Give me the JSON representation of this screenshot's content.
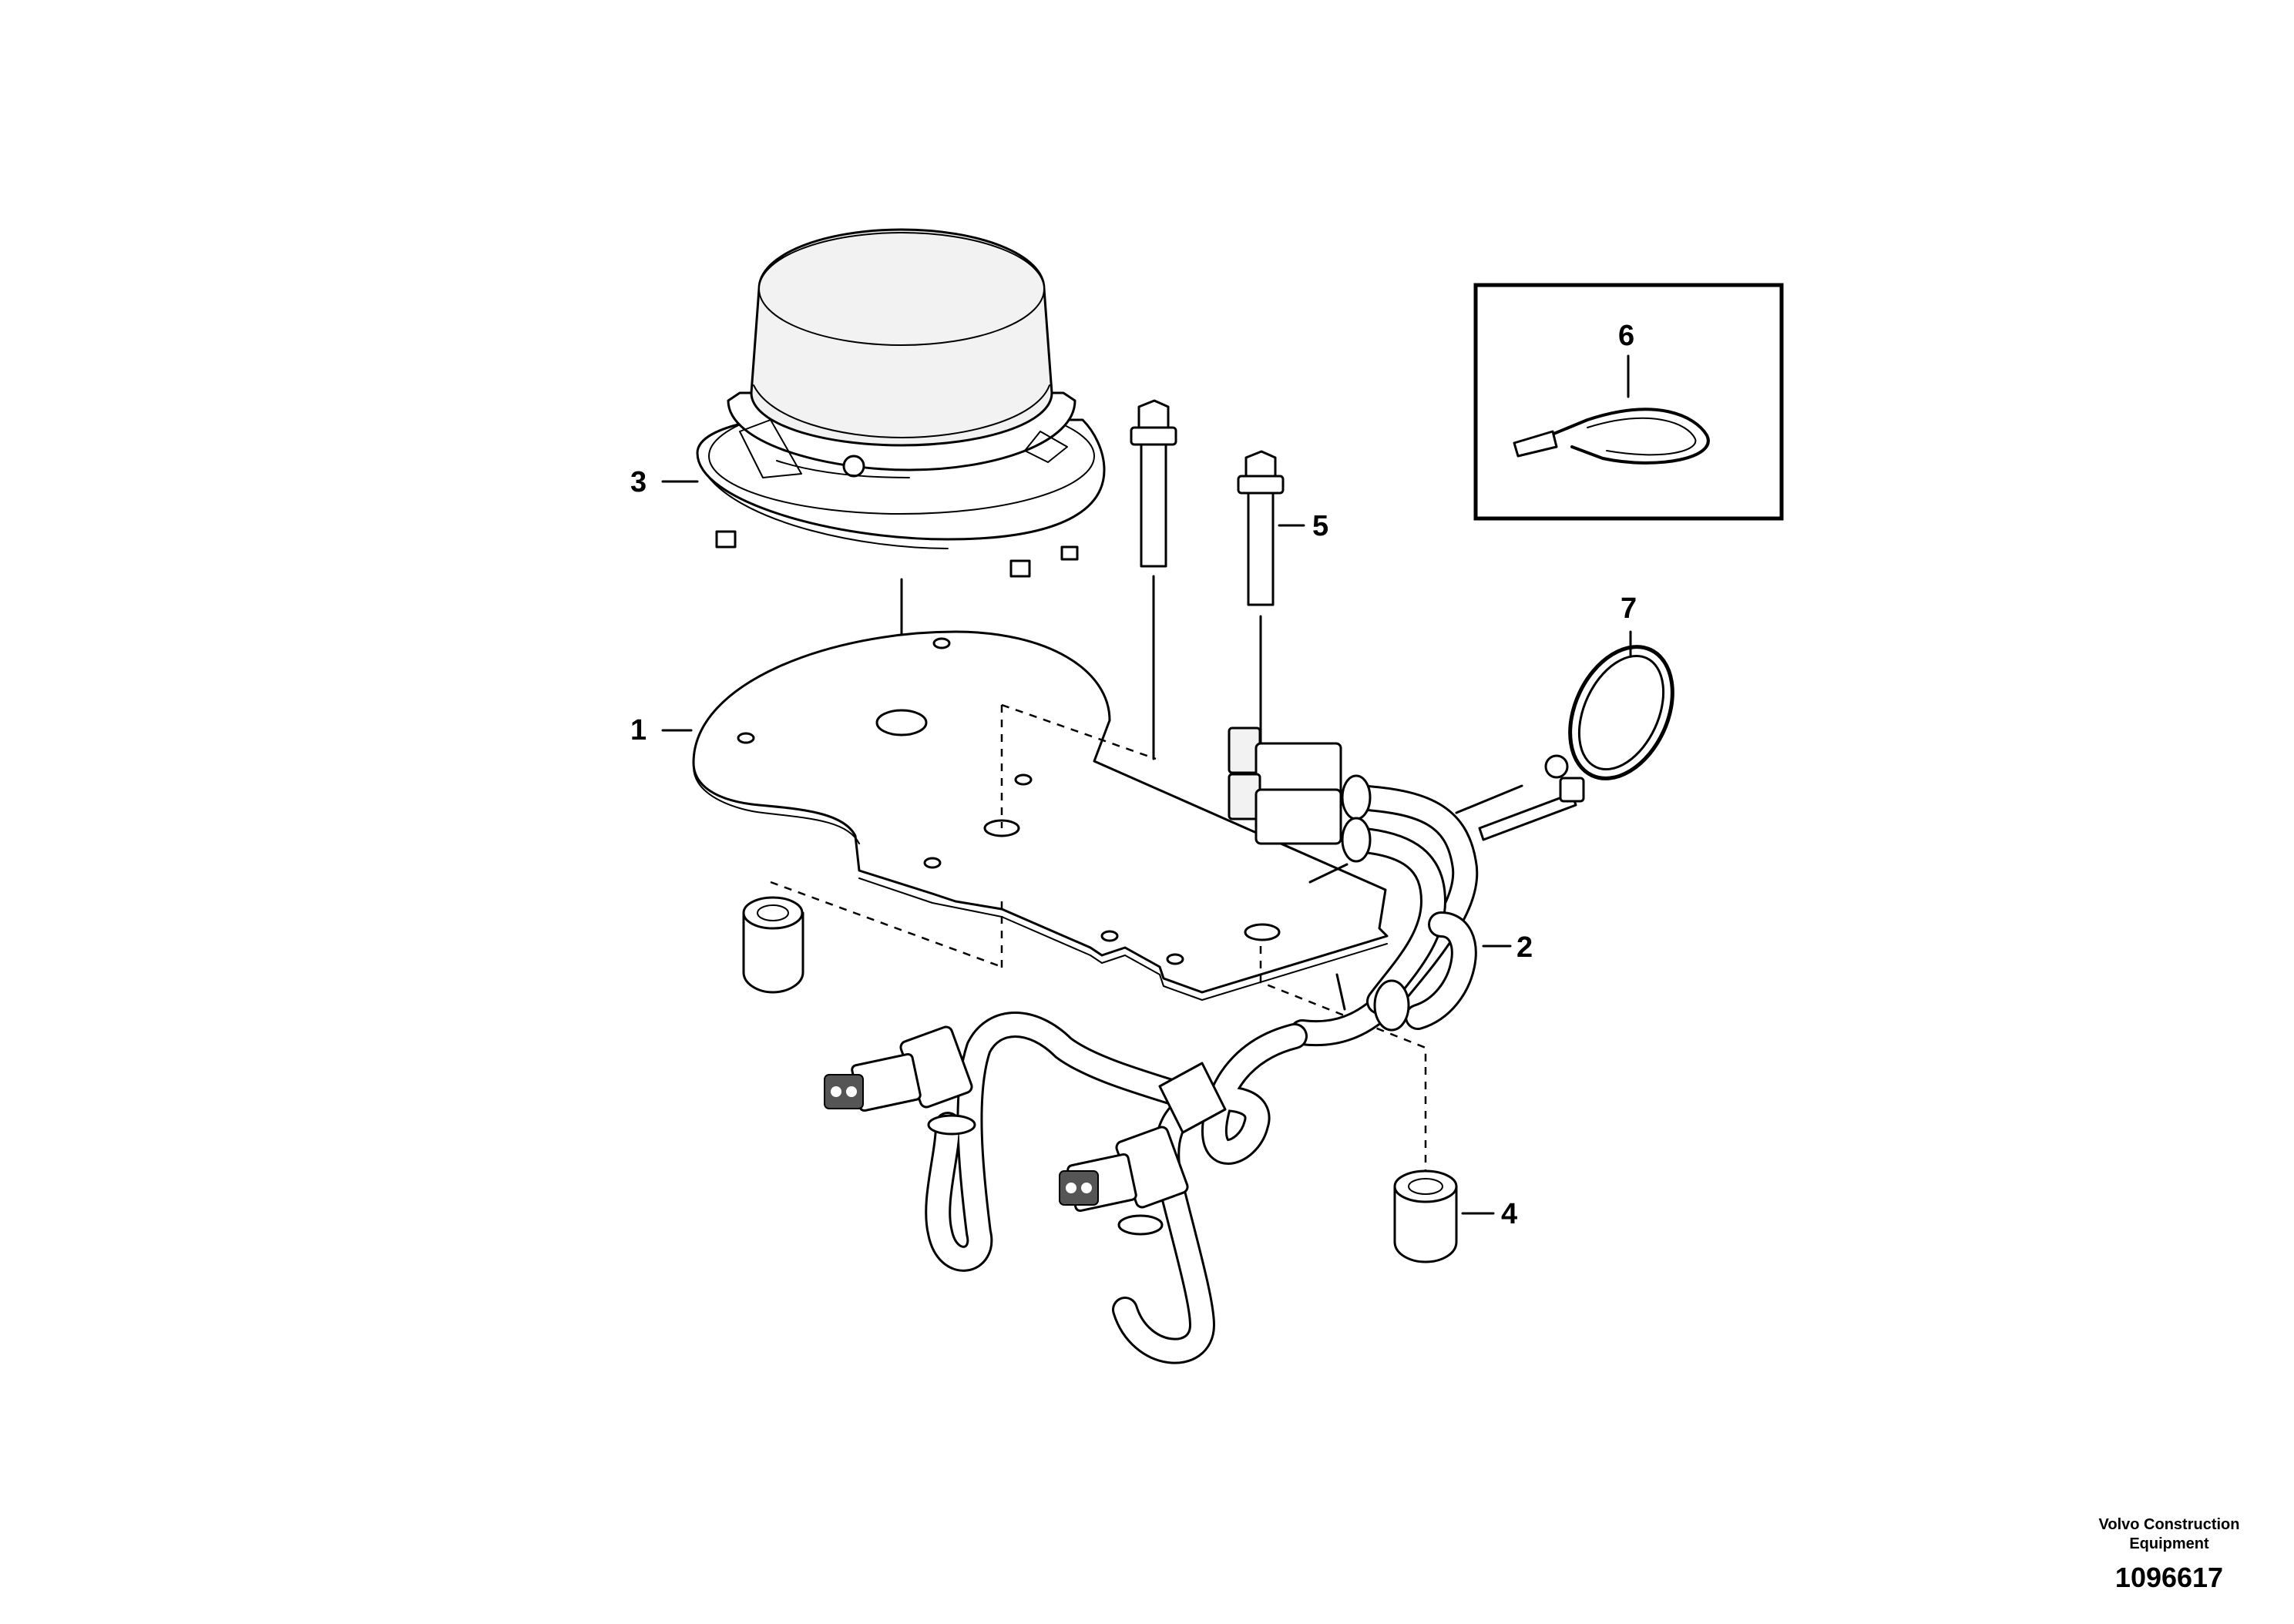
{
  "callouts": [
    {
      "id": "1",
      "label": "1"
    },
    {
      "id": "2",
      "label": "2"
    },
    {
      "id": "3",
      "label": "3"
    },
    {
      "id": "4",
      "label": "4"
    },
    {
      "id": "5",
      "label": "5"
    },
    {
      "id": "6",
      "label": "6"
    },
    {
      "id": "7",
      "label": "7"
    }
  ],
  "footer": {
    "credit_line1": "Volvo Construction",
    "credit_line2": "Equipment",
    "document_number": "1096617"
  }
}
